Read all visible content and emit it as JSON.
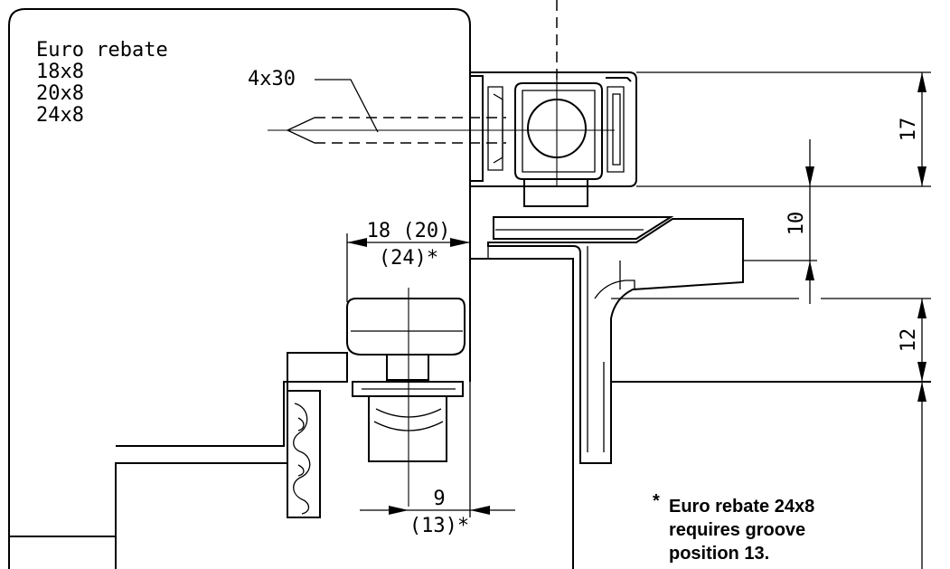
{
  "labels": {
    "rebate_title": "Euro rebate",
    "rebate_1": "18x8",
    "rebate_2": "20x8",
    "rebate_3": "24x8",
    "screw": "4x30",
    "dim_18_20": "18 (20)",
    "dim_24": "(24)*",
    "dim_9": "9",
    "dim_13": "(13)*",
    "dim_17": "17",
    "dim_10": "10",
    "dim_12": "12"
  },
  "note": {
    "asterisk": "*",
    "line_1": "Euro rebate 24x8",
    "line_2": "requires groove",
    "line_3": "position 13."
  }
}
